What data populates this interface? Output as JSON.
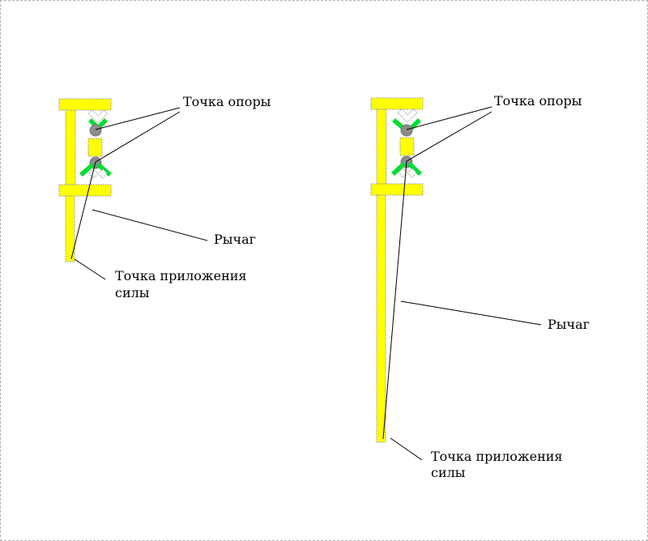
{
  "diagrams": [
    {
      "fulcrum_label": "Точка опоры",
      "lever_label": "Рычаг",
      "force_label_line1": "Точка приложения",
      "force_label_line2": "силы"
    },
    {
      "fulcrum_label": "Точка опоры",
      "lever_label": "Рычаг",
      "force_label_line1": "Точка приложения",
      "force_label_line2": "силы"
    }
  ]
}
